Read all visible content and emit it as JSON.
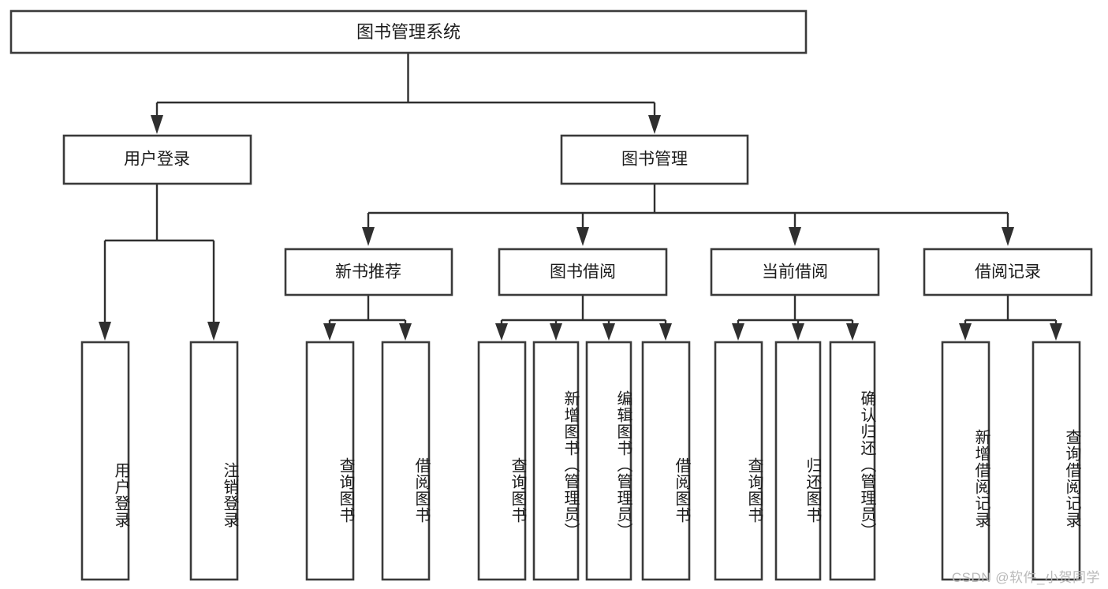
{
  "diagram": {
    "type": "tree-hierarchy",
    "title": "图书管理系统",
    "root": {
      "label": "图书管理系统",
      "id": "root"
    },
    "level1": [
      {
        "id": "user-login",
        "label": "用户登录"
      },
      {
        "id": "book-management",
        "label": "图书管理"
      }
    ],
    "level2": [
      {
        "id": "new-book-recommend",
        "label": "新书推荐",
        "parent": "book-management"
      },
      {
        "id": "book-borrow",
        "label": "图书借阅",
        "parent": "book-management"
      },
      {
        "id": "current-borrow",
        "label": "当前借阅",
        "parent": "book-management"
      },
      {
        "id": "borrow-record",
        "label": "借阅记录",
        "parent": "book-management"
      }
    ],
    "leaves": [
      {
        "id": "leaf-user-login",
        "label": "用户登录",
        "parent": "user-login"
      },
      {
        "id": "leaf-logout-login",
        "label": "注销登录",
        "parent": "user-login"
      },
      {
        "id": "leaf-query-book-1",
        "label": "查询图书",
        "parent": "new-book-recommend"
      },
      {
        "id": "leaf-borrow-book-1",
        "label": "借阅图书",
        "parent": "new-book-recommend"
      },
      {
        "id": "leaf-query-book-2",
        "label": "查询图书",
        "parent": "book-borrow"
      },
      {
        "id": "leaf-add-book",
        "label": "新增图书（管理员）",
        "parent": "book-borrow"
      },
      {
        "id": "leaf-edit-book",
        "label": "编辑图书（管理员）",
        "parent": "book-borrow"
      },
      {
        "id": "leaf-borrow-book-2",
        "label": "借阅图书",
        "parent": "book-borrow"
      },
      {
        "id": "leaf-query-book-3",
        "label": "查询图书",
        "parent": "current-borrow"
      },
      {
        "id": "leaf-return-book",
        "label": "归还图书",
        "parent": "current-borrow"
      },
      {
        "id": "leaf-confirm-return",
        "label": "确认归还（管理员）",
        "parent": "current-borrow"
      },
      {
        "id": "leaf-add-record",
        "label": "新增借阅记录",
        "parent": "borrow-record"
      },
      {
        "id": "leaf-query-record",
        "label": "查询借阅记录",
        "parent": "borrow-record"
      }
    ],
    "colors": {
      "box_stroke": "#3a3a3a",
      "connector": "#2f2f2f",
      "background": "#ffffff",
      "text": "#1b1b1b",
      "watermark": "#b9b9b9"
    }
  },
  "watermark": {
    "text": "CSDN @软件_小贺同学"
  }
}
